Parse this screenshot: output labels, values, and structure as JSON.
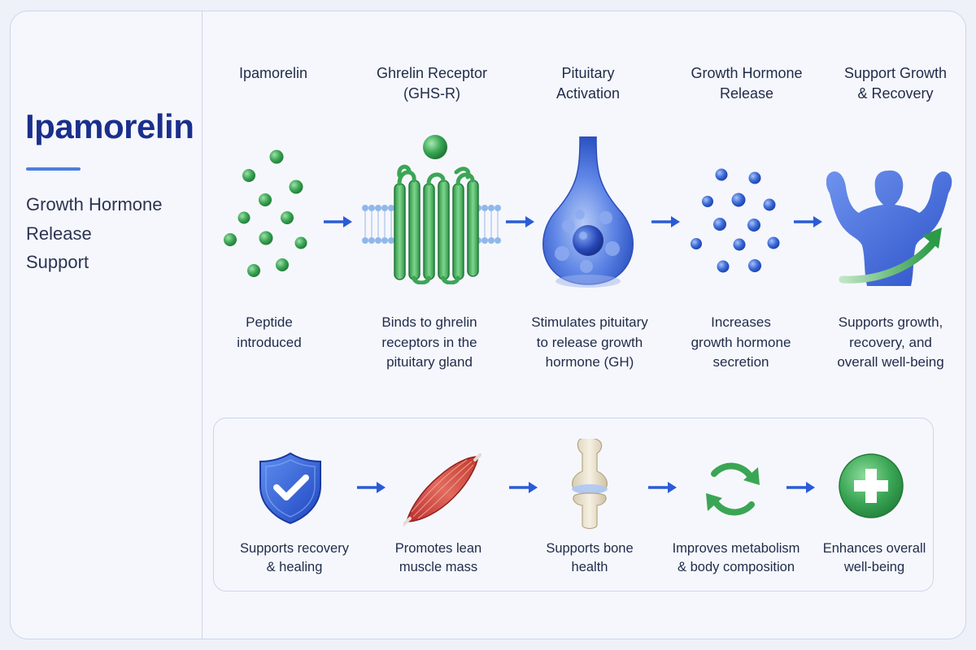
{
  "sidebar": {
    "title": "Ipamorelin",
    "subtitle_lines": [
      "Growth Hormone",
      "Release",
      "Support"
    ]
  },
  "steps": [
    {
      "title": [
        "Ipamorelin"
      ],
      "desc": [
        "Peptide",
        "introduced"
      ],
      "icon": "green-molecules-icon"
    },
    {
      "title": [
        "Ghrelin Receptor",
        "(GHS-R)"
      ],
      "desc": [
        "Binds to ghrelin",
        "receptors in the",
        "pituitary gland"
      ],
      "icon": "receptor-icon"
    },
    {
      "title": [
        "Pituitary",
        "Activation"
      ],
      "desc": [
        "Stimulates pituitary",
        "to release growth",
        "hormone (GH)"
      ],
      "icon": "pituitary-gland-icon"
    },
    {
      "title": [
        "Growth Hormone",
        "Release"
      ],
      "desc": [
        "Increases",
        "growth hormone",
        "secretion"
      ],
      "icon": "blue-molecules-icon"
    },
    {
      "title": [
        "Support Growth",
        "& Recovery"
      ],
      "desc": [
        "Supports growth,",
        "recovery, and",
        "overall well-being"
      ],
      "icon": "muscular-body-icon"
    }
  ],
  "benefits": [
    {
      "label": [
        "Supports recovery",
        "& healing"
      ],
      "icon": "shield-check-icon"
    },
    {
      "label": [
        "Promotes lean",
        "muscle mass"
      ],
      "icon": "muscle-icon"
    },
    {
      "label": [
        "Supports bone",
        "health"
      ],
      "icon": "bone-joint-icon"
    },
    {
      "label": [
        "Improves metabolism",
        "& body composition"
      ],
      "icon": "cycle-arrows-icon"
    },
    {
      "label": [
        "Enhances overall",
        "well-being"
      ],
      "icon": "plus-circle-icon"
    }
  ],
  "colors": {
    "title": "#1a2f8c",
    "accent": "#4a7fe0",
    "arrow": "#2a5bd7",
    "molecule_green": "#3aa655",
    "molecule_blue": "#3a6ad6",
    "border": "#ccd5ec"
  }
}
